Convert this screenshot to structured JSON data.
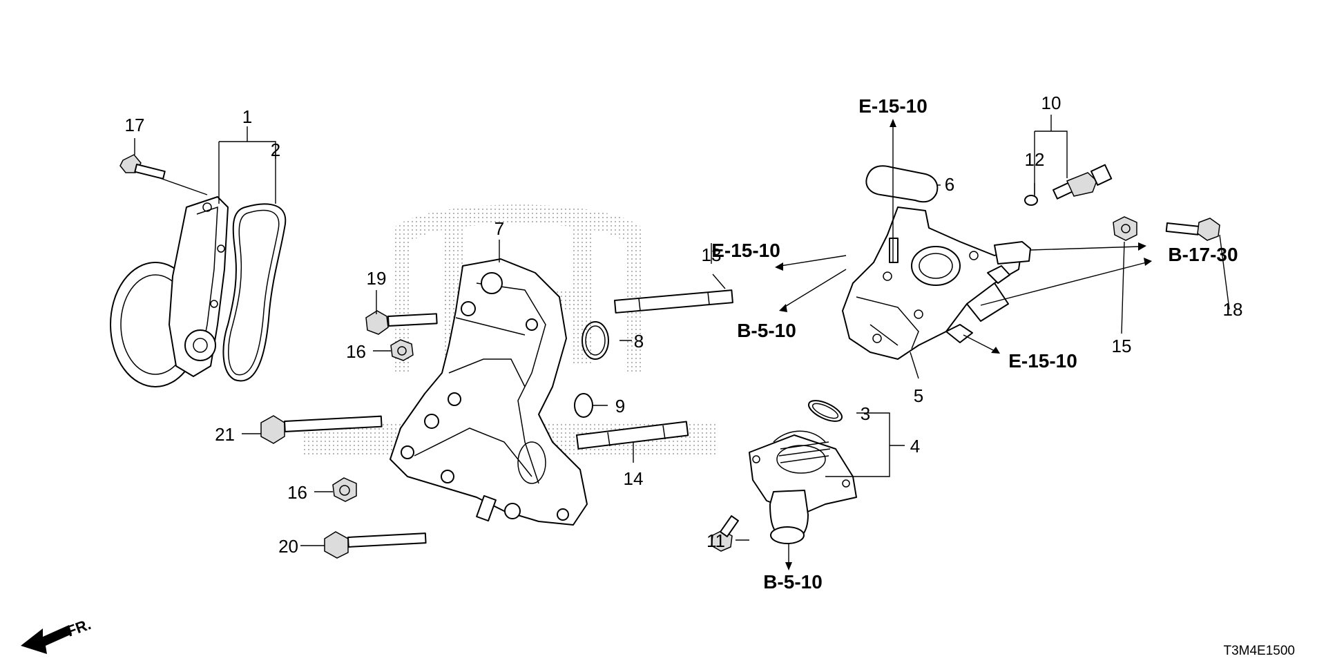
{
  "callouts": [
    {
      "id": "c1",
      "text": "1"
    },
    {
      "id": "c2",
      "text": "2"
    },
    {
      "id": "c3",
      "text": "3"
    },
    {
      "id": "c4",
      "text": "4"
    },
    {
      "id": "c5",
      "text": "5"
    },
    {
      "id": "c6",
      "text": "6"
    },
    {
      "id": "c7",
      "text": "7"
    },
    {
      "id": "c8",
      "text": "8"
    },
    {
      "id": "c9",
      "text": "9"
    },
    {
      "id": "c10",
      "text": "10"
    },
    {
      "id": "c11",
      "text": "11"
    },
    {
      "id": "c12",
      "text": "12"
    },
    {
      "id": "c13",
      "text": "13"
    },
    {
      "id": "c14",
      "text": "14"
    },
    {
      "id": "c15",
      "text": "15"
    },
    {
      "id": "c16a",
      "text": "16"
    },
    {
      "id": "c16b",
      "text": "16"
    },
    {
      "id": "c17",
      "text": "17"
    },
    {
      "id": "c18",
      "text": "18"
    },
    {
      "id": "c19",
      "text": "19"
    },
    {
      "id": "c20",
      "text": "20"
    },
    {
      "id": "c21",
      "text": "21"
    }
  ],
  "references": [
    {
      "id": "r1",
      "text": "E-15-10"
    },
    {
      "id": "r2",
      "text": "E-15-10"
    },
    {
      "id": "r3",
      "text": "B-5-10"
    },
    {
      "id": "r4",
      "text": "E-15-10"
    },
    {
      "id": "r5",
      "text": "B-17-30"
    },
    {
      "id": "r6",
      "text": "B-5-10"
    }
  ],
  "front_indicator": "FR.",
  "diagram_code": "T3M4E1500"
}
